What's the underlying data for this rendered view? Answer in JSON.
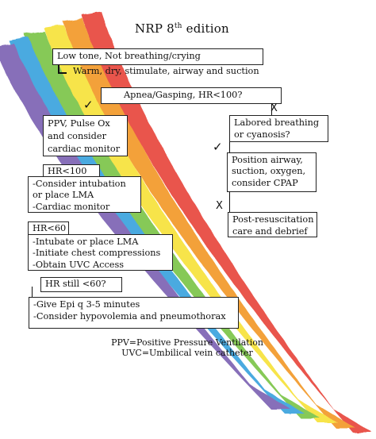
{
  "title": {
    "main": "NRP 8",
    "sup": "th",
    "rest": " edition"
  },
  "nodes": {
    "start": "Low tone, Not breathing/crying",
    "warm": "Warm, dry, stimulate, airway and suction",
    "apnea": "Apnea/Gasping, HR<100?",
    "ppv": [
      "PPV, Pulse Ox",
      "and consider",
      "cardiac monitor"
    ],
    "labored": [
      "Labored breathing",
      "or cyanosis?"
    ],
    "position": [
      "Position airway,",
      "suction, oxygen,",
      "consider CPAP"
    ],
    "hr100_q": "HR<100",
    "hr100_actions": [
      "-Consider intubation",
      "or place LMA",
      "-Cardiac monitor"
    ],
    "post": [
      "Post-resuscitation",
      "care and debrief"
    ],
    "hr60_q": "HR<60",
    "hr60_actions": [
      "-Intubate or place LMA",
      "-Initiate chest compressions",
      "-Obtain UVC Access"
    ],
    "hrstill_q": "HR still <60?",
    "final_actions": [
      "-Give Epi q 3-5 minutes",
      "-Consider hypovolemia and pneumothorax"
    ]
  },
  "marks": {
    "check": "✓",
    "x": "X"
  },
  "footnotes": [
    "PPV=Positive Pressure Ventilation",
    "UVC=Umbilical vein catheter"
  ],
  "colors": {
    "red": "#e8463c",
    "orange": "#f39a2b",
    "yellow": "#f7e23a",
    "green": "#7cc548",
    "blue": "#3aa3de",
    "purple": "#7d64b4"
  }
}
